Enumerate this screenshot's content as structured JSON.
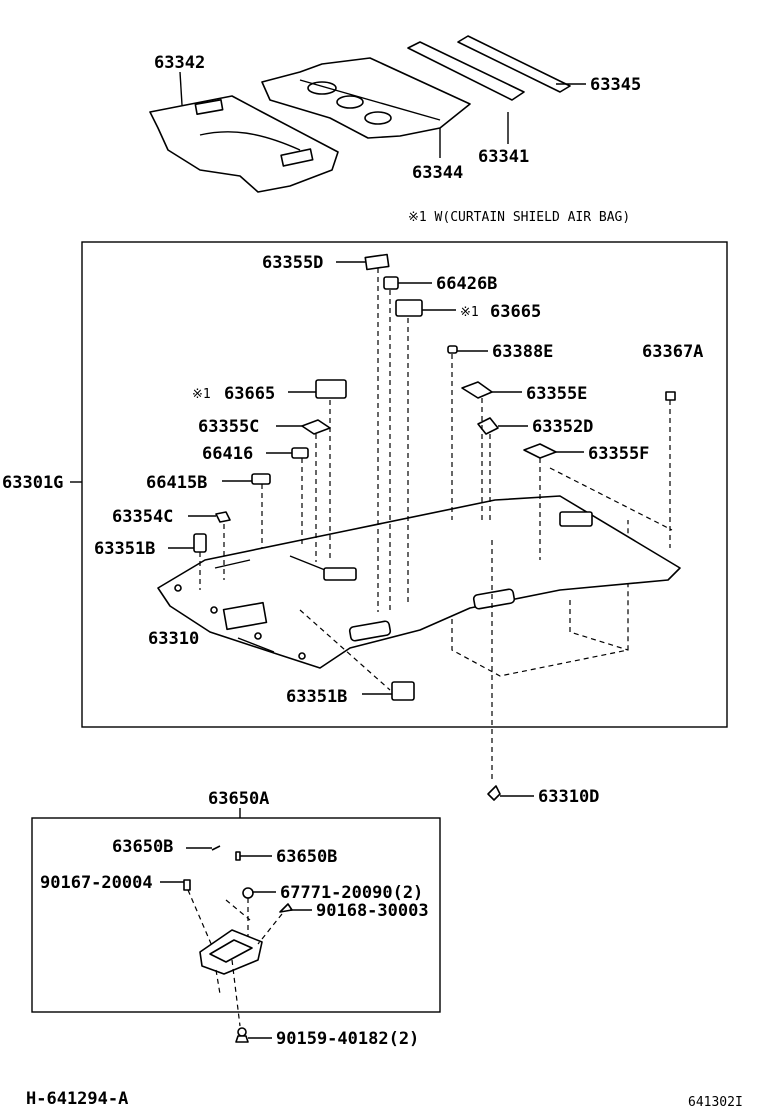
{
  "note": "※1 W(CURTAIN SHIELD AIR BAG)",
  "labels": {
    "p63342": "63342",
    "p63345": "63345",
    "p63341": "63341",
    "p63344": "63344",
    "p63355D": "63355D",
    "p66426B": "66426B",
    "p63665a_mark": "※1",
    "p63665a": "63665",
    "p63388E": "63388E",
    "p63367A": "63367A",
    "p63665b_mark": "※1",
    "p63665b": "63665",
    "p63355E": "63355E",
    "p63355C": "63355C",
    "p63352D": "63352D",
    "p66416": "66416",
    "p63355F": "63355F",
    "p63301G": "63301G",
    "p66415B": "66415B",
    "p63354C": "63354C",
    "p63351B_top": "63351B",
    "p63310": "63310",
    "p63351B_bot": "63351B",
    "p63310D": "63310D",
    "p63650A": "63650A",
    "p63650B_a": "63650B",
    "p63650B_b": "63650B",
    "p90167": "90167-20004",
    "p67771": "67771-20090(2)",
    "p90168": "90168-30003",
    "p90159": "90159-40182(2)"
  },
  "footer": {
    "left": "H-641294-A",
    "right": "641302I"
  }
}
